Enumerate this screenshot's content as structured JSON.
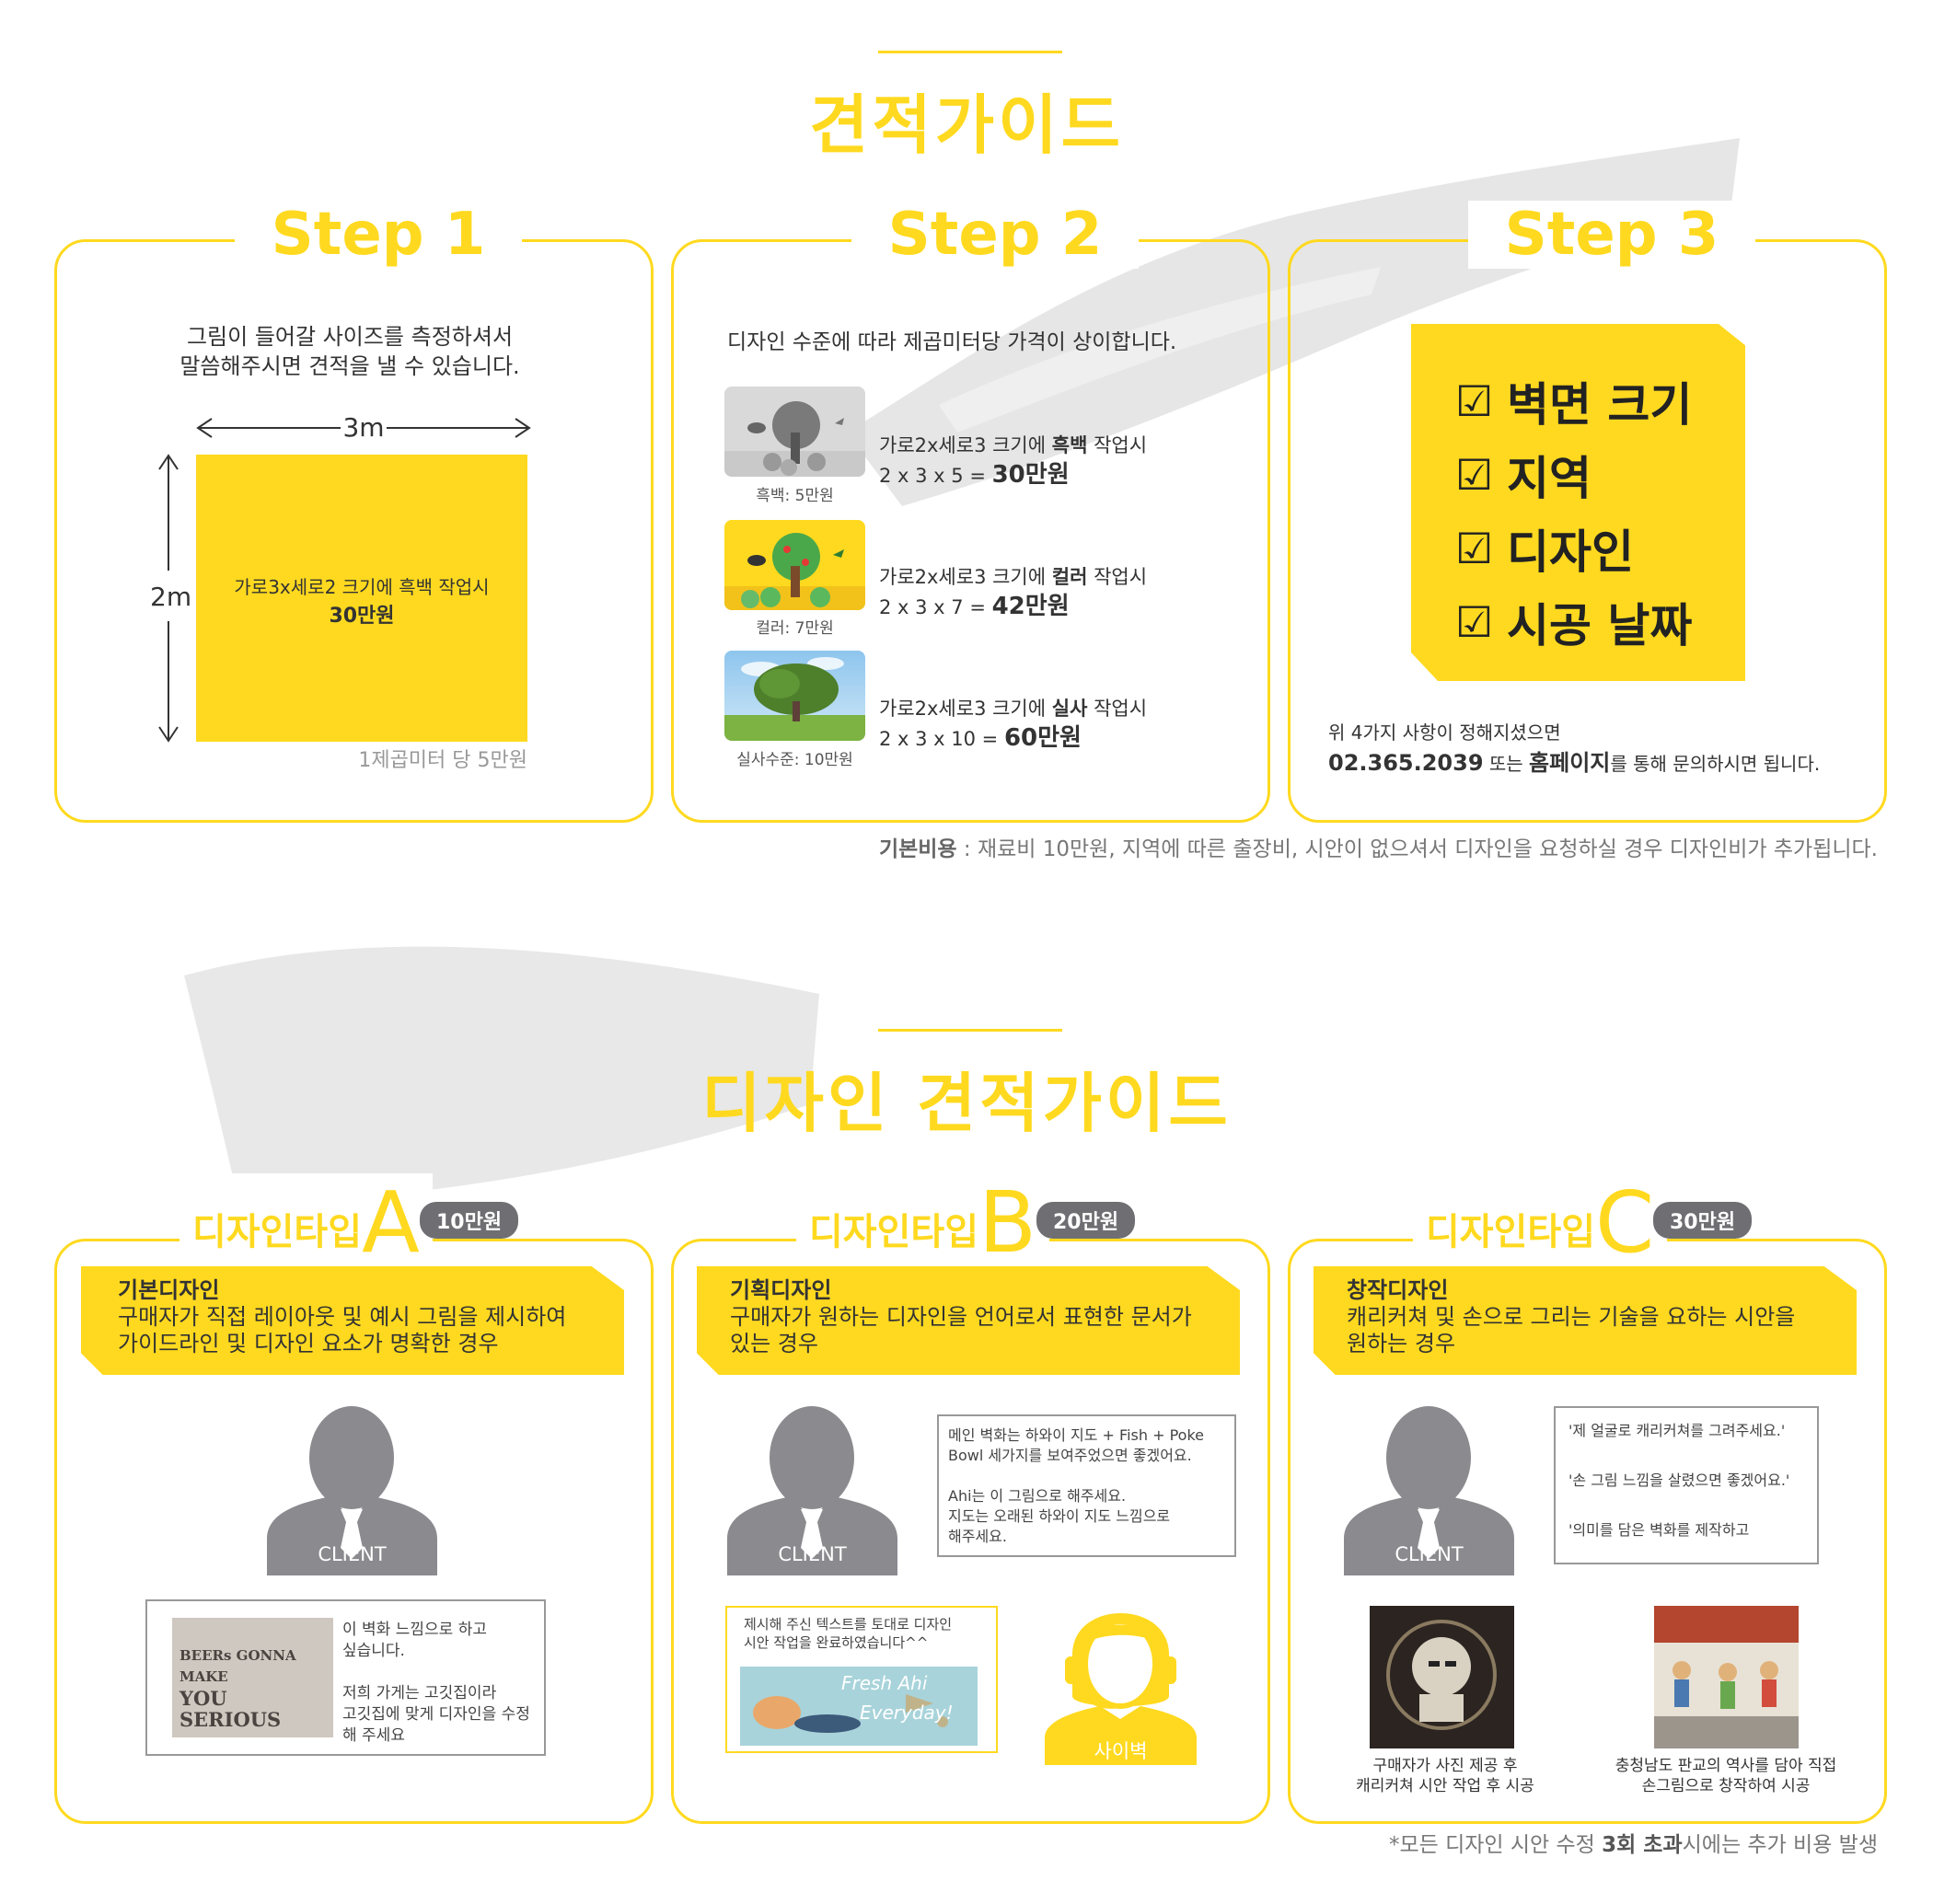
{
  "section1": {
    "title": "견적가이드",
    "step1": {
      "title": "Step 1",
      "desc_line1": "그림이 들어갈 사이즈를 측정하셔서",
      "desc_line2": "말씀해주시면 견적을 낼 수 있습니다.",
      "width_label": "3m",
      "height_label": "2m",
      "box_text": "가로3x세로2 크기에 흑백 작업시",
      "box_price": "30만원",
      "unit_note": "1제곱미터 당 5만원"
    },
    "step2": {
      "title": "Step 2",
      "desc": "디자인 수준에 따라 제곱미터당 가격이 상이합니다.",
      "levels": [
        {
          "caption": "흑백: 5만원",
          "line1_pre": "가로2x세로3 크기에 ",
          "line1_bold": "흑백",
          "line1_post": " 작업시",
          "formula": "2 x 3 x 5 = ",
          "price": "30만원"
        },
        {
          "caption": "컬러: 7만원",
          "line1_pre": "가로2x세로3 크기에 ",
          "line1_bold": "컬러",
          "line1_post": " 작업시",
          "formula": "2 x 3 x 7 = ",
          "price": "42만원"
        },
        {
          "caption": "실사수준: 10만원",
          "line1_pre": "가로2x세로3 크기에 ",
          "line1_bold": "실사",
          "line1_post": " 작업시",
          "formula": "2 x 3 x 10 = ",
          "price": "60만원"
        }
      ]
    },
    "step3": {
      "title": "Step 3",
      "checks": [
        "벽면 크기",
        "지역",
        "디자인",
        "시공 날짜"
      ],
      "note_line1": "위 4가지 사항이 정해지셨으면",
      "phone": "02.365.2039",
      "note_mid": " 또는 ",
      "homepage": "홈페이지",
      "note_end": "를 통해 문의하시면 됩니다."
    },
    "base_cost_label": "기본비용",
    "base_cost_text": " : 재료비 10만원, 지역에 따른 출장비, 시안이 없으셔서 디자인을 요청하실 경우 디자인비가 추가됩니다."
  },
  "section2": {
    "title": "디자인 견적가이드",
    "types": [
      {
        "title_prefix": "디자인타입",
        "letter": "A",
        "price": "10만원",
        "banner_title": "기본디자인",
        "banner_line1": "구매자가 직접 레이아웃 및 예시 그림을 제시하여",
        "banner_line2": "가이드라인 및 디자인 요소가 명확한 경우",
        "client_label": "CLIENT",
        "bubble_img_line1": "BEERs GONNA MAKE",
        "bubble_img_line2": "YOU SERIOUS",
        "bubble_lines": [
          "이 벽화 느낌으로 하고",
          "싶습니다.",
          "",
          "저희 가게는 고깃집이라",
          "고깃집에 맞게 디자인을 수정",
          "해 주세요"
        ]
      },
      {
        "title_prefix": "디자인타입",
        "letter": "B",
        "price": "20만원",
        "banner_title": "기획디자인",
        "banner_line1": "구매자가 원하는 디자인을 언어로서 표현한 문서가",
        "banner_line2": "있는 경우",
        "client_label": "CLIENT",
        "bubble_lines": [
          "메인 벽화는 하와이 지도 + Fish + Poke",
          "Bowl 세가지를 보여주었으면 좋겠어요.",
          "",
          "Ahi는 이 그림으로 해주세요.",
          "지도는 오래된 하와이 지도 느낌으로",
          "해주세요."
        ],
        "reply_line1": "제시해 주신 텍스트를 토대로 디자인",
        "reply_line2": "시안 작업을 완료하였습니다^^",
        "reply_img_line1": "Fresh Ahi",
        "reply_img_line2": "Everyday!",
        "agent_label": "사이벽"
      },
      {
        "title_prefix": "디자인타입",
        "letter": "C",
        "price": "30만원",
        "banner_title": "창작디자인",
        "banner_line1": "캐리커쳐 및 손으로 그리는 기술을 요하는 시안을",
        "banner_line2": "원하는 경우",
        "client_label": "CLIENT",
        "bubble_lines": [
          "'제 얼굴로 캐리커쳐를 그려주세요.'",
          "'손 그림 느낌을 살렸으면 좋겠어요.'",
          "'의미를 담은 벽화를 제작하고"
        ],
        "photo1_cap1": "구매자가 사진 제공 후",
        "photo1_cap2": "캐리커쳐 시안 작업 후 시공",
        "photo2_cap1": "충청남도 판교의 역사를 담아 직접",
        "photo2_cap2": "손그림으로 창작하여 시공"
      }
    ],
    "footnote_pre": "*모든 디자인 시안 수정 ",
    "footnote_bold": "3회 초과",
    "footnote_post": "시에는 추가 비용 발생"
  },
  "colors": {
    "accent": "#FFD91F",
    "gray": "#6e6e73",
    "silhouette": "#8a8a8f"
  }
}
